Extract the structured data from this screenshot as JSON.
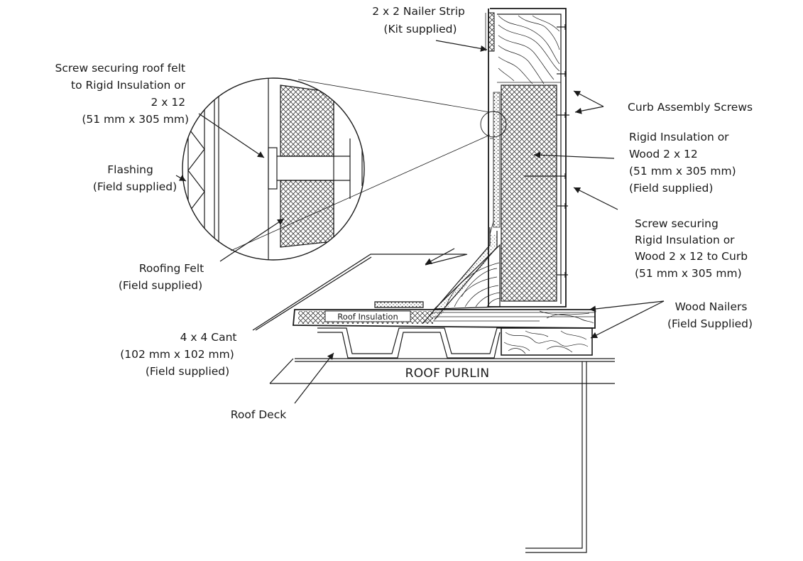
{
  "labels": {
    "nailer_strip": [
      "2 x 2 Nailer Strip",
      "(Kit supplied)"
    ],
    "screw_felt": [
      "Screw securing roof felt",
      "to Rigid Insulation or",
      "2 x 12",
      "(51 mm x 305 mm)"
    ],
    "curb_screws": [
      "Curb Assembly Screws"
    ],
    "rigid_insulation": [
      "Rigid Insulation  or",
      "Wood 2 x 12",
      "(51 mm x 305 mm)",
      "(Field supplied)"
    ],
    "flashing": [
      "Flashing",
      "(Field supplied)"
    ],
    "screw_curb": [
      "Screw securing",
      "Rigid Insulation  or",
      "Wood 2 x 12 to Curb",
      "(51 mm x 305 mm)"
    ],
    "roofing_felt": [
      "Roofing Felt",
      "(Field supplied)"
    ],
    "wood_nailers": [
      "Wood Nailers",
      "(Field Supplied)"
    ],
    "cant": [
      "4 x 4 Cant",
      "(102 mm x 102 mm)",
      "(Field supplied)"
    ],
    "roof_insulation": "Roof Insulation",
    "roof_purlin": "ROOF PURLIN",
    "roof_deck": "Roof Deck"
  },
  "colors": {
    "line": "#1a1a1a",
    "background": "#ffffff"
  }
}
